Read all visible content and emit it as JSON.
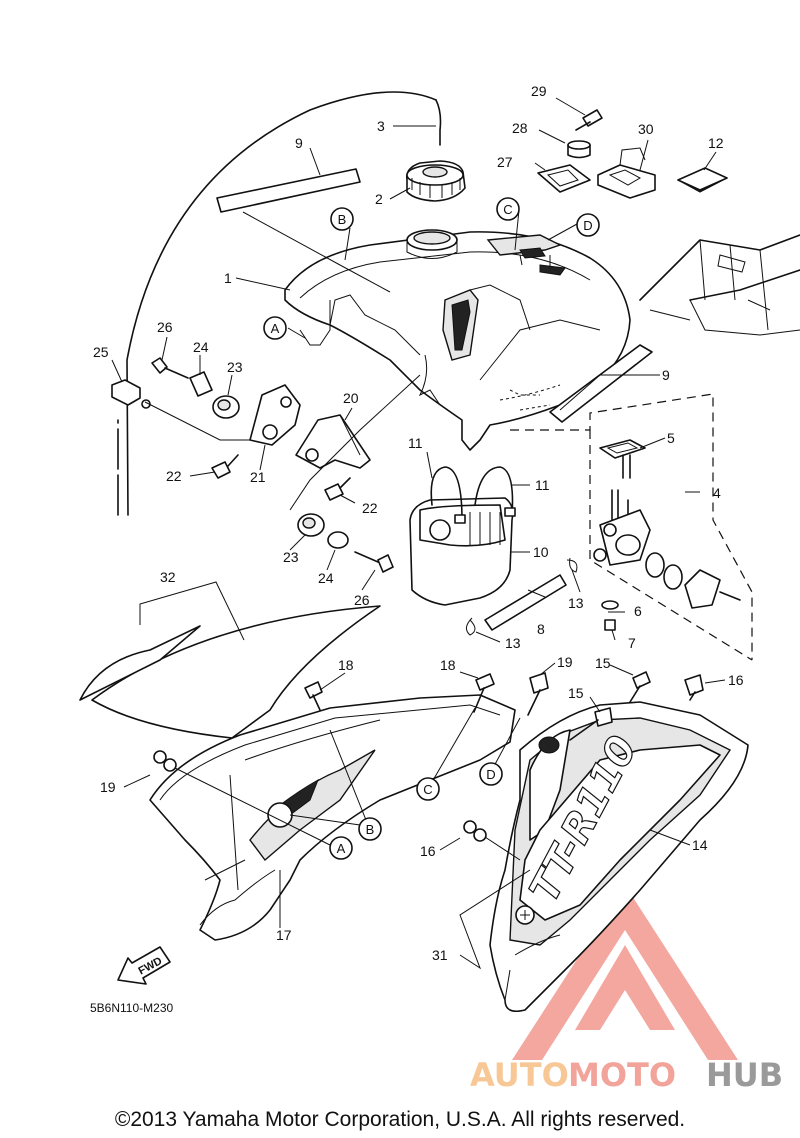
{
  "diagram": {
    "part_labels": [
      "1",
      "2",
      "3",
      "4",
      "5",
      "6",
      "7",
      "8",
      "9",
      "9",
      "10",
      "11",
      "11",
      "12",
      "13",
      "13",
      "14",
      "15",
      "15",
      "16",
      "16",
      "17",
      "18",
      "18",
      "19",
      "19",
      "20",
      "21",
      "22",
      "22",
      "23",
      "23",
      "24",
      "24",
      "25",
      "26",
      "26",
      "27",
      "28",
      "29",
      "30",
      "31",
      "32"
    ],
    "reference_letters": [
      "A",
      "B",
      "C",
      "D"
    ],
    "drawing_code": "5B6N110-M230",
    "forward_arrow_label": "FWD",
    "decal_text": "TT-R110"
  },
  "footer": {
    "copyright": "©2013 Yamaha Motor Corporation, U.S.A. All rights reserved."
  },
  "watermark": {
    "part1": "AUTO",
    "part2": "MOTO",
    "part3": "HUB"
  },
  "colors": {
    "line": "#111111",
    "watermark_red": "#f08a80",
    "watermark_orange": "#f7c896",
    "watermark_gray": "#9a9a9a"
  }
}
